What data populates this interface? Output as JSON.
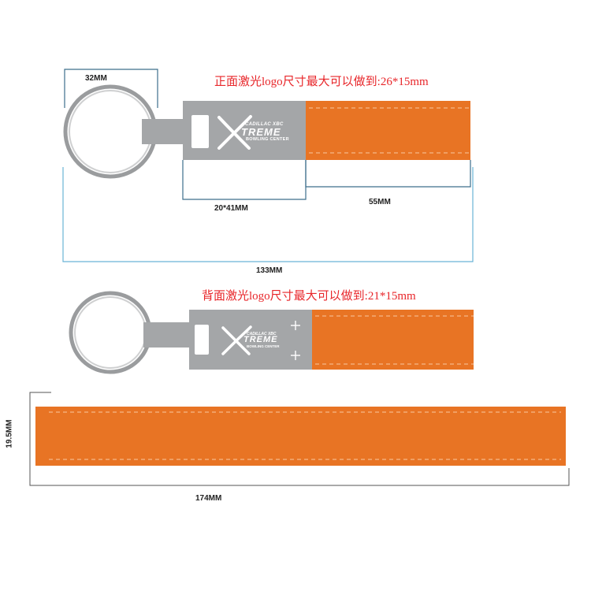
{
  "front": {
    "note": "正面激光logo尺寸最大可以做到:26*15mm",
    "ring_dim": "32MM",
    "plate_dim": "20*41MM",
    "strap_dim": "55MM",
    "total_dim": "133MM"
  },
  "back": {
    "note": "背面激光logo尺寸最大可以做到:21*15mm"
  },
  "strip": {
    "height_dim": "19.5MM",
    "length_dim": "174MM"
  },
  "logo": {
    "line1": "CADILLAC XBC",
    "line2": "TREME",
    "line3": "BOWLING CENTER"
  },
  "colors": {
    "leather": "#e87424",
    "metal": "#a4a6a8",
    "dimension_line": "#3d6f8c",
    "note_text": "#e8262a"
  }
}
